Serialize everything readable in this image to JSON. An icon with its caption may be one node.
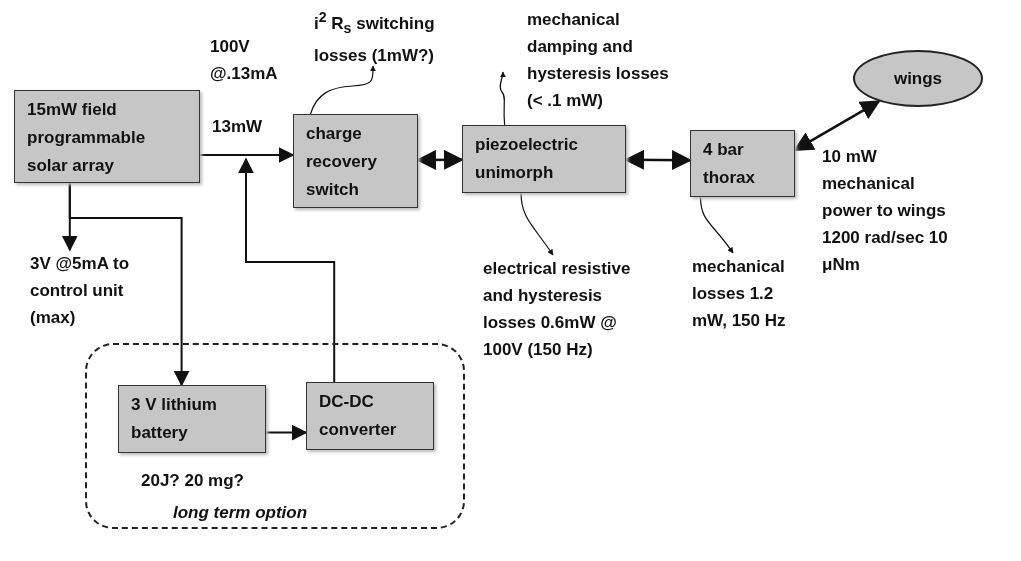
{
  "diagram": {
    "nodes": [
      {
        "text": [
          "15mW field programmable solar array"
        ]
      },
      {
        "text": [
          "charge recovery switch"
        ]
      },
      {
        "text": [
          "piezoelectric unimorph"
        ]
      },
      {
        "text": [
          "4 bar thorax"
        ]
      },
      {
        "text": [
          "wings"
        ]
      },
      {
        "text": [
          "20J? 20 mg?",
          "long term option"
        ]
      },
      {
        "text": [
          "3 V lithium battery"
        ],
        "in": 5
      },
      {
        "text": [
          "DC-DC converter"
        ],
        "in": 5
      },
      {
        "text": [
          "i$^{2}$ R$_{s}$ switching losses (1mW?)"
        ]
      },
      {
        "text": [
          "mechanical damping and hysteresis losses (< .1 mW)"
        ]
      },
      {
        "text": [
          "electrical resistive and hysteresis losses 0.6mW @ 100V (150 Hz)"
        ]
      },
      {
        "text": [
          "mechanical losses 1.2 mW, 150 Hz"
        ]
      },
      {
        "text": [
          "3V @5mA to control unit (max)"
        ]
      }
    ],
    "edges": [
      {
        "from": 0,
        "to": 1,
        "arrow": "to",
        "label": "13mW"
      },
      {
        "from": 7,
        "to": 1,
        "arrow": "to"
      },
      {
        "from": 0,
        "to": 12,
        "arrow": "to"
      },
      {
        "from": 0,
        "to": 6,
        "arrow": "to"
      },
      {
        "from": 6,
        "to": 7,
        "arrow": "to"
      },
      {
        "from": 1,
        "to": 2,
        "arrow": "both"
      },
      {
        "from": 2,
        "to": 3,
        "arrow": "both"
      },
      {
        "from": 3,
        "to": 4,
        "arrow": "both"
      },
      {
        "from": 1,
        "to": 8,
        "arrow": "to"
      },
      {
        "from": 2,
        "to": 9,
        "arrow": "to"
      },
      {
        "from": 2,
        "to": 10,
        "arrow": "to"
      },
      {
        "from": 3,
        "to": 11,
        "arrow": "to"
      }
    ],
    "labels": [
      "100V @.13mA",
      "10 mW mechanical power to wings 1200 rad/sec 10 μNm"
    ]
  }
}
